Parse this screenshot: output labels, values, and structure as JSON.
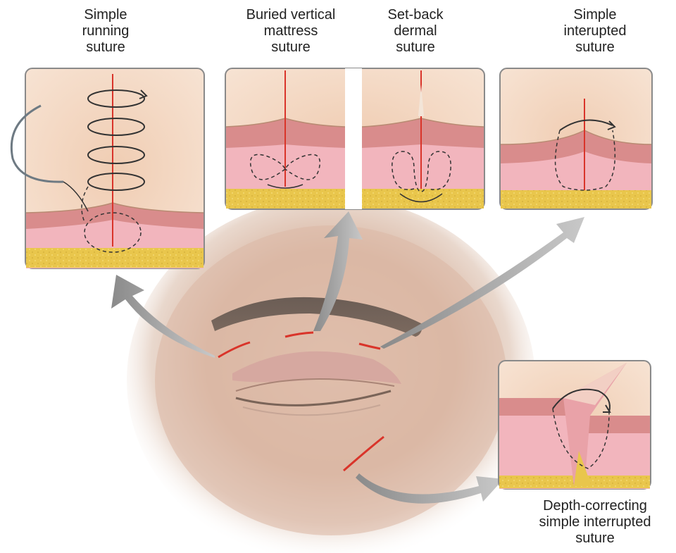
{
  "labels": {
    "simple_running": "Simple\nrunning\nsuture",
    "buried_vertical": "Buried vertical\nmattress\nsuture",
    "setback_dermal": "Set-back\ndermal\nsuture",
    "simple_interrupted": "Simple\ninterupted\nsuture",
    "depth_correcting": "Depth-correcting\nsimple interrupted\nsuture"
  },
  "colors": {
    "epidermis": "#f6dbc6",
    "dermis_upper": "#d98c8c",
    "dermis_lower": "#f2b5bd",
    "fat": "#e9c64c",
    "incision": "#d9342a",
    "arrow": "#9a9a9a"
  }
}
